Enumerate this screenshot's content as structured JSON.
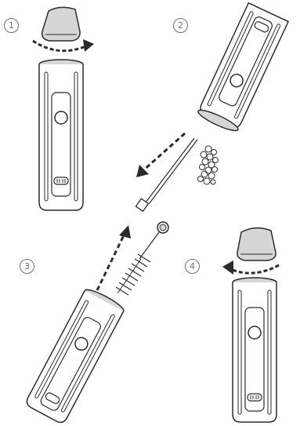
{
  "steps": [
    {
      "number": "1"
    },
    {
      "number": "2"
    },
    {
      "number": "3"
    },
    {
      "number": "4"
    }
  ],
  "colors": {
    "outline": "#2b2b2b",
    "body_fill": "#ffffff",
    "cap_fill": "#d6d6d6",
    "arrow": "#2b2b2b"
  },
  "icons": [
    "twist-arrow-icon",
    "dashed-arrow-icon",
    "cotton-swab-icon",
    "debris-icon",
    "cleaning-brush-icon"
  ]
}
